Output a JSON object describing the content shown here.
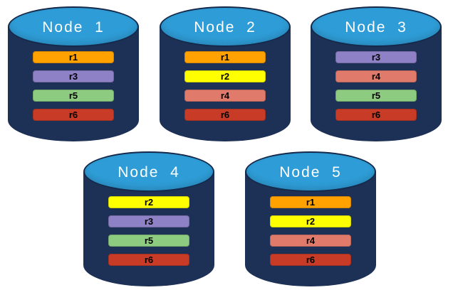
{
  "diagram": {
    "description": "Five database node cylinders showing replica placement",
    "background": "#FFFFFF"
  },
  "colors": {
    "cylinder_body": "#1D3156",
    "cylinder_top": "#2E9CD6",
    "cylinder_outline": "#15294B",
    "node_label_text": "#FFFFFF",
    "bar_text": "#000000"
  },
  "replica_colors": {
    "r1": "#FFA200",
    "r2": "#FFFF00",
    "r3": "#8F81C6",
    "r4": "#E07B6C",
    "r5": "#8DCB80",
    "r6": "#C83B26"
  },
  "nodes": [
    {
      "label": "Node  1",
      "replicas": [
        "r1",
        "r3",
        "r5",
        "r6"
      ]
    },
    {
      "label": "Node  2",
      "replicas": [
        "r1",
        "r2",
        "r4",
        "r6"
      ]
    },
    {
      "label": "Node  3",
      "replicas": [
        "r3",
        "r4",
        "r5",
        "r6"
      ]
    },
    {
      "label": "Node  4",
      "replicas": [
        "r2",
        "r3",
        "r5",
        "r6"
      ]
    },
    {
      "label": "Node  5",
      "replicas": [
        "r1",
        "r2",
        "r4",
        "r6"
      ]
    }
  ]
}
